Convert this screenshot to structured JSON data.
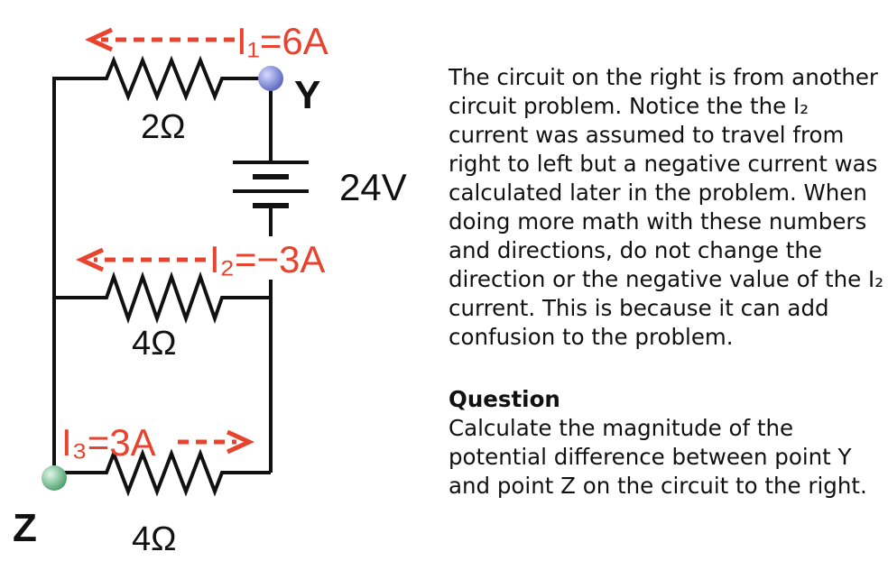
{
  "diagram": {
    "current_i1_label": "I₁=6A",
    "current_i2_label": "I₂=−3A",
    "current_i3_label": "I₃=3A",
    "resistor_top_label": "2Ω",
    "resistor_middle_label": "4Ω",
    "resistor_bottom_label": "4Ω",
    "battery_label": "24V",
    "point_y_label": "Y",
    "point_z_label": "Z",
    "colors": {
      "current": "#e8432e",
      "wire": "#111111",
      "point_y": "#7f89d8",
      "point_z": "#7fc89a"
    }
  },
  "text": {
    "paragraph": "The circuit on the right is from another circuit problem. Notice the the I₂ current was assumed to travel from right to left but a negative current was calculated later in the problem.  When doing more math with these numbers and directions, do not change the direction or the negative value of the I₂ current. This is because it can add confusion to the problem.",
    "question_heading": "Question",
    "question_body": "Calculate the magnitude of the potential difference between point Y and point Z on the circuit to the right."
  }
}
